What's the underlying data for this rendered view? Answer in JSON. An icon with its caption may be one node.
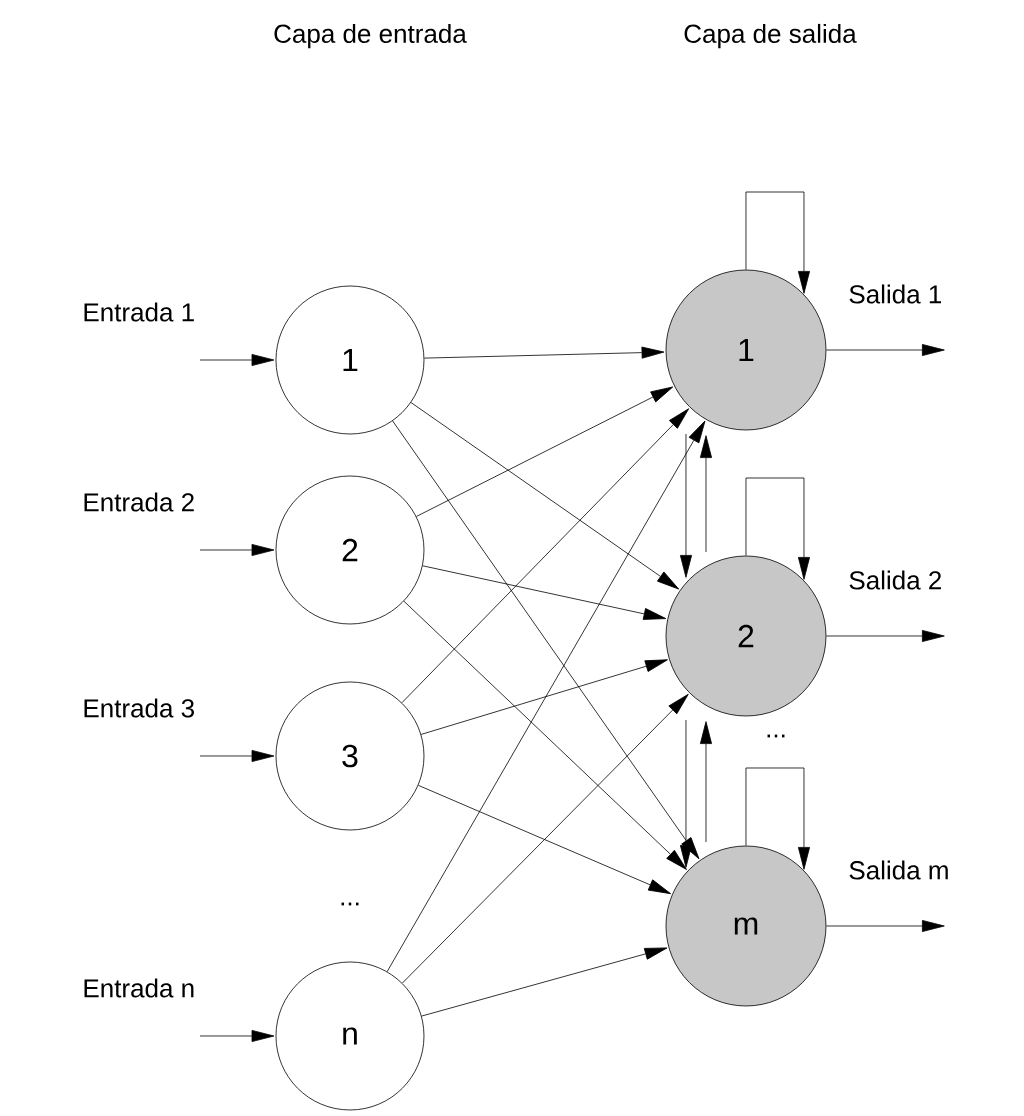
{
  "diagram": {
    "nodes": [
      {
        "text": [
          "1"
        ]
      },
      {
        "text": [
          "2"
        ]
      },
      {
        "text": [
          "3"
        ]
      },
      {
        "text": [
          "n"
        ]
      },
      {
        "text": [
          "1"
        ]
      },
      {
        "text": [
          "2"
        ]
      },
      {
        "text": [
          "m"
        ]
      }
    ],
    "edges": [
      {
        "from": null,
        "to": 0,
        "arrow": "to",
        "label": "Entrada 1"
      },
      {
        "from": null,
        "to": 1,
        "arrow": "to",
        "label": "Entrada 2"
      },
      {
        "from": null,
        "to": 2,
        "arrow": "to",
        "label": "Entrada 3"
      },
      {
        "from": null,
        "to": 3,
        "arrow": "to",
        "label": "Entrada n"
      },
      {
        "from": 0,
        "to": 4,
        "arrow": "to"
      },
      {
        "from": 0,
        "to": 5,
        "arrow": "to"
      },
      {
        "from": 0,
        "to": 6,
        "arrow": "to"
      },
      {
        "from": 1,
        "to": 4,
        "arrow": "to"
      },
      {
        "from": 1,
        "to": 5,
        "arrow": "to"
      },
      {
        "from": 1,
        "to": 6,
        "arrow": "to"
      },
      {
        "from": 2,
        "to": 4,
        "arrow": "to"
      },
      {
        "from": 2,
        "to": 5,
        "arrow": "to"
      },
      {
        "from": 2,
        "to": 6,
        "arrow": "to"
      },
      {
        "from": 3,
        "to": 4,
        "arrow": "to"
      },
      {
        "from": 3,
        "to": 5,
        "arrow": "to"
      },
      {
        "from": 3,
        "to": 6,
        "arrow": "to"
      },
      {
        "from": 4,
        "to": 5,
        "arrow": "to"
      },
      {
        "from": 5,
        "to": 4,
        "arrow": "to"
      },
      {
        "from": 5,
        "to": 6,
        "arrow": "to"
      },
      {
        "from": 6,
        "to": 5,
        "arrow": "to"
      },
      {
        "from": 4,
        "to": 4,
        "arrow": "to"
      },
      {
        "from": 5,
        "to": 5,
        "arrow": "to"
      },
      {
        "from": 6,
        "to": 6,
        "arrow": "to"
      },
      {
        "from": 4,
        "to": null,
        "arrow": "to",
        "label": "Salida 1"
      },
      {
        "from": 5,
        "to": null,
        "arrow": "to",
        "label": "Salida 2"
      },
      {
        "from": 6,
        "to": null,
        "arrow": "to",
        "label": "Salida m"
      }
    ],
    "labels": [
      "Capa de entrada",
      "Capa de salida",
      "...",
      "..."
    ]
  }
}
